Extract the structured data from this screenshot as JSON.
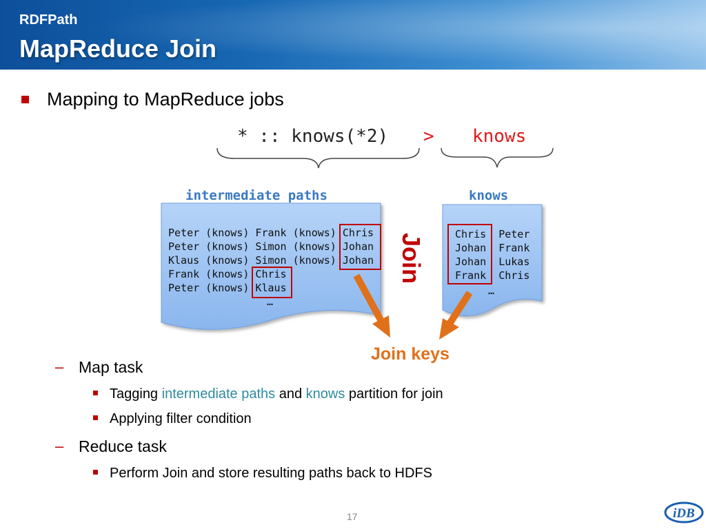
{
  "header": {
    "super_title": "RDFPath",
    "title": "MapReduce Join"
  },
  "bullet_main": "Mapping to MapReduce jobs",
  "expression": {
    "left": "* :: knows(*2)",
    "operator": ">",
    "right": "knows"
  },
  "intermediate": {
    "title": "intermediate paths",
    "lines": [
      "Peter (knows) Frank (knows) Chris",
      "Peter (knows) Simon (knows) Johan",
      "Klaus (knows) Simon (knows) Johan",
      "Frank (knows) Chris",
      "Peter (knows) Klaus",
      "…"
    ]
  },
  "knows": {
    "title": "knows",
    "lines": [
      "Chris  Peter",
      "Johan  Frank",
      "Johan  Lukas",
      "Frank  Chris",
      "…"
    ]
  },
  "join_label": "Join",
  "join_keys_label": "Join keys",
  "map_task": {
    "label": "Map task",
    "items": [
      {
        "pre": "Tagging ",
        "hl1": "intermediate paths",
        "mid": " and ",
        "hl2": "knows",
        "post": " partition for join"
      },
      {
        "text": "Applying filter condition"
      }
    ]
  },
  "reduce_task": {
    "label": "Reduce task",
    "items": [
      {
        "text": "Perform Join and store resulting paths back to HDFS"
      }
    ]
  },
  "slide_number": "17",
  "logo_text": "iDB",
  "colors": {
    "accent_red": "#c00000",
    "highlight_teal": "#2e8b9e",
    "arrow_orange": "#e0701a",
    "doc_fill": "#9cc3f2"
  }
}
